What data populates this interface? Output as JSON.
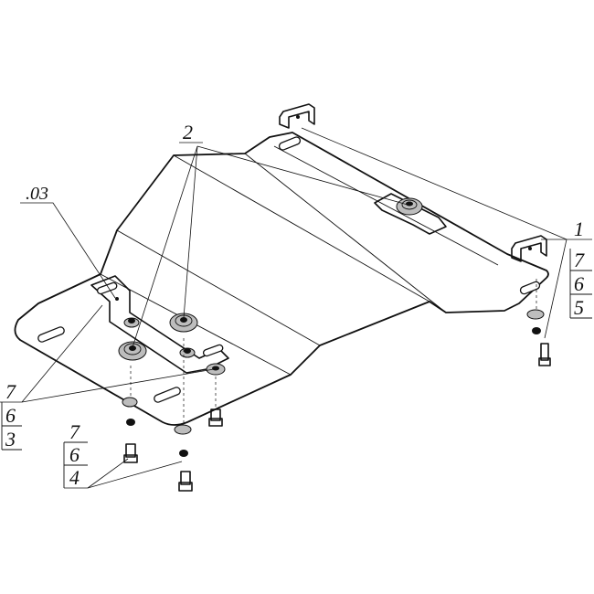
{
  "callouts": {
    "c03": ".03",
    "c2": "2",
    "right_stack": [
      "1",
      "7",
      "6",
      "5"
    ],
    "left_stack": [
      "7",
      "6",
      "3"
    ],
    "bottom_stack": [
      "7",
      "6",
      "4"
    ]
  }
}
